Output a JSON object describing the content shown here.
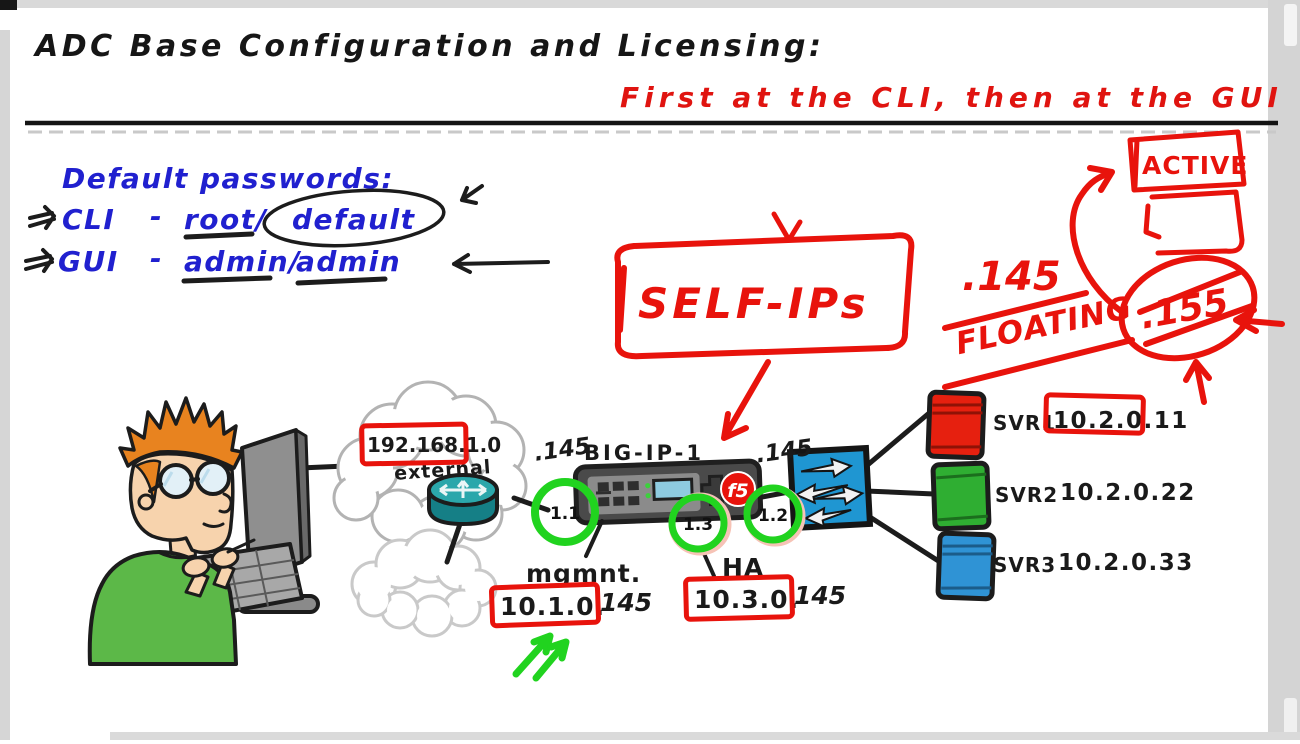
{
  "header": {
    "title": "ADC Base Configuration and Licensing:",
    "subtitle": "First at the CLI, then at the GUI"
  },
  "passwords": {
    "heading": "Default passwords:",
    "cli": {
      "label": "CLI",
      "dash": "-",
      "user": "root/",
      "pass": "default"
    },
    "gui": {
      "label": "GUI",
      "dash": "-",
      "user": "admin/",
      "pass": "admin"
    }
  },
  "annotations": {
    "self_ips": "SELF-IPs",
    "floating_ip": ".145",
    "floating": "FLOATING",
    "active": "ACTIVE",
    "standby_ip": ".155"
  },
  "topology": {
    "external_network": "192.168.1.0",
    "external_label": "external",
    "external_self_ip": ".145",
    "device_name": "BIG-IP-1",
    "f5_logo": "f5",
    "internal_self_ip": ".145",
    "port_1_1": "1.1",
    "port_1_2": "1.2",
    "port_1_3": "1.3",
    "mgmt_label": "mgmnt.",
    "mgmt_network": "10.1.0.",
    "mgmt_host": "145",
    "ha_label": "HA",
    "ha_network": "10.3.0.",
    "ha_host": "145"
  },
  "servers": [
    {
      "name": "SVR1",
      "ip": "10.2.0.11",
      "color": "#e6200f"
    },
    {
      "name": "SVR2",
      "ip": "10.2.0.22",
      "color": "#2fae32"
    },
    {
      "name": "SVR3",
      "ip": "10.2.0.33",
      "color": "#2f93d5"
    }
  ],
  "colors": {
    "marker_red": "#e8130c",
    "ink_blue": "#2020cf",
    "ink_black": "#1a1a1a",
    "highlight_green": "#21d31f",
    "switch_blue": "#1f96d2",
    "router_teal": "#1d8f93",
    "f5_red": "#e8130c"
  }
}
